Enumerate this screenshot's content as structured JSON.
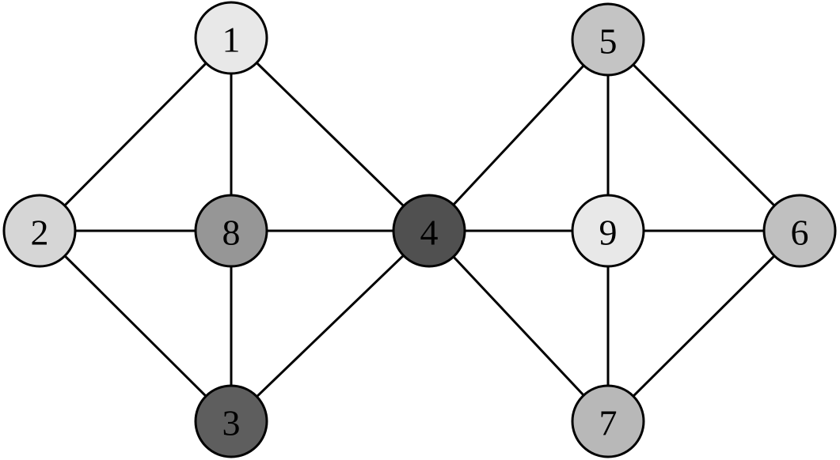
{
  "graph": {
    "nodes": [
      {
        "id": "1",
        "label": "1",
        "fill": "#e8e8e8"
      },
      {
        "id": "2",
        "label": "2",
        "fill": "#d6d6d6"
      },
      {
        "id": "3",
        "label": "3",
        "fill": "#5e5e5e"
      },
      {
        "id": "4",
        "label": "4",
        "fill": "#505050"
      },
      {
        "id": "5",
        "label": "5",
        "fill": "#c4c4c4"
      },
      {
        "id": "6",
        "label": "6",
        "fill": "#c0c0c0"
      },
      {
        "id": "7",
        "label": "7",
        "fill": "#b8b8b8"
      },
      {
        "id": "8",
        "label": "8",
        "fill": "#969696"
      },
      {
        "id": "9",
        "label": "9",
        "fill": "#e8e8e8"
      }
    ],
    "edges": [
      [
        "1",
        "2"
      ],
      [
        "1",
        "8"
      ],
      [
        "1",
        "4"
      ],
      [
        "2",
        "8"
      ],
      [
        "2",
        "3"
      ],
      [
        "8",
        "4"
      ],
      [
        "8",
        "3"
      ],
      [
        "3",
        "4"
      ],
      [
        "4",
        "5"
      ],
      [
        "4",
        "9"
      ],
      [
        "4",
        "7"
      ],
      [
        "5",
        "9"
      ],
      [
        "5",
        "6"
      ],
      [
        "9",
        "6"
      ],
      [
        "9",
        "7"
      ],
      [
        "6",
        "7"
      ]
    ],
    "label_color_on_light": "#000000",
    "label_color_on_dark": "#000000"
  }
}
